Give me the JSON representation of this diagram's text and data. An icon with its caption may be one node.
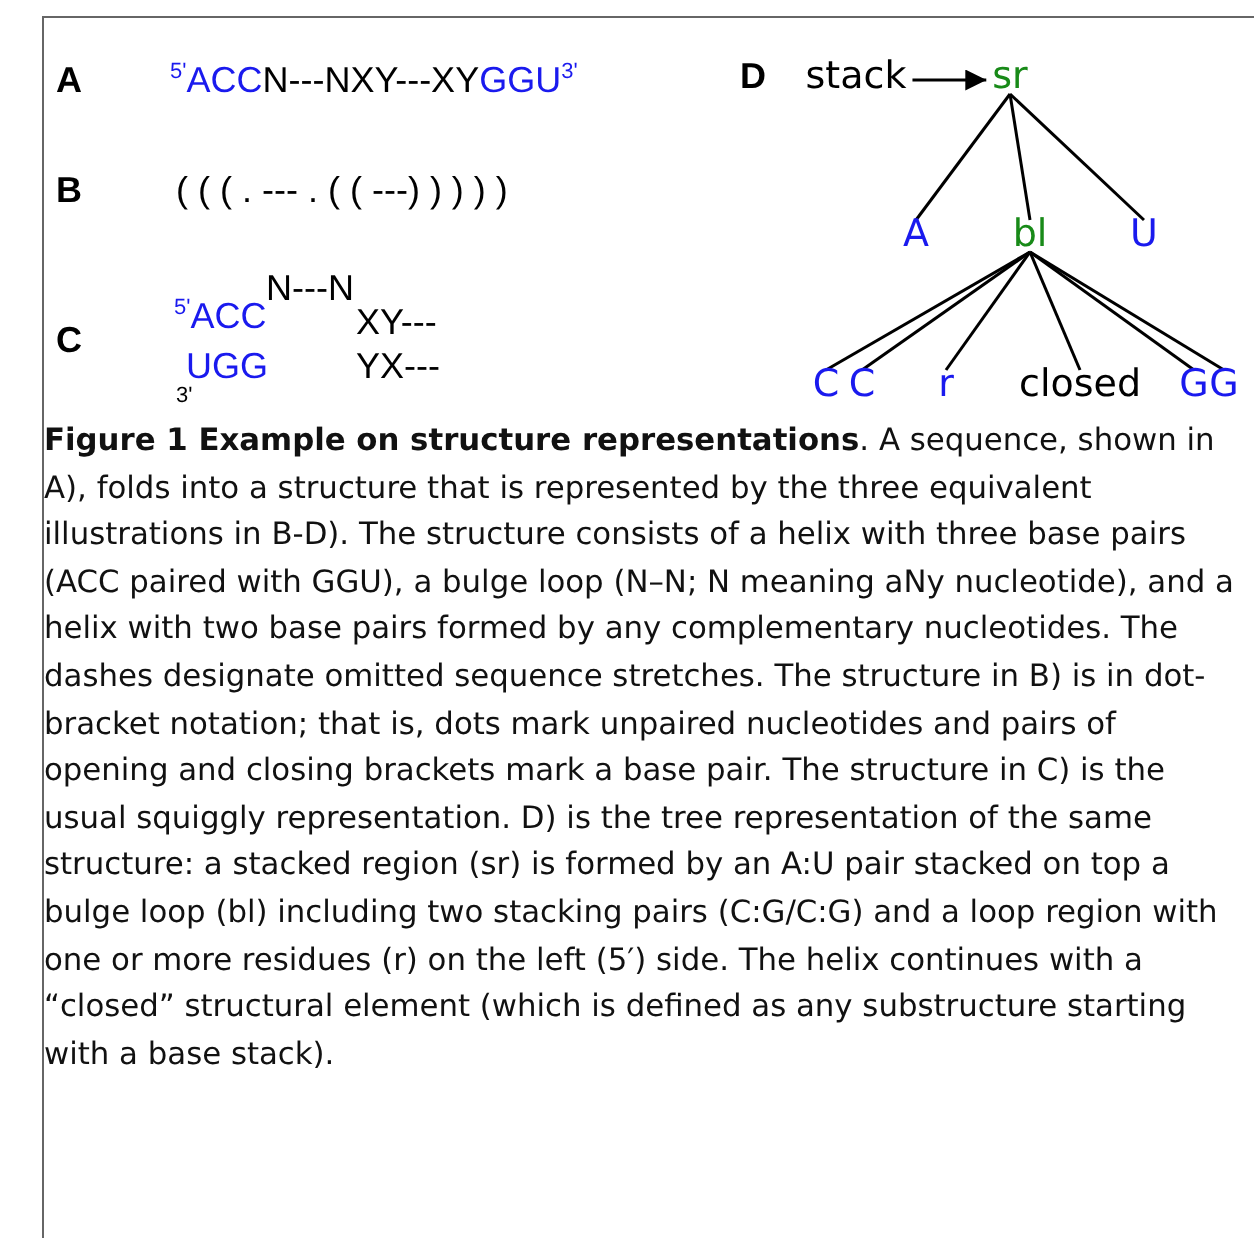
{
  "diagram": {
    "caption": "**Figure 1 Example on structure representations**. A sequence, shown in A), folds into a structure that is represented by the three equivalent illustrations in B-D). The structure consists of a helix with three base pairs (ACC paired with GGU), a bulge loop (N–N; N meaning aNy nucleotide), and a helix with two base pairs formed by any complementary nucleotides. The dashes designate omitted sequence stretches. The structure in B) is in dot-bracket notation; that is, dots mark unpaired nucleotides and pairs of opening and closing brackets mark a base pair. The structure in C) is the usual squiggly representation. D) is the tree representation of the same structure: a stacked region (sr) is formed by an A:U pair stacked on top a bulge loop (bl) including two stacking pairs (C:G/C:G) and a loop region with one or more residues (r) on the left (5′) side. The helix continues with a “closed” structural element (which is defined as any substructure starting with a base stack).",
    "nodes": [
      {
        "text": [
          "stack"
        ]
      },
      {
        "text": [
          "sr"
        ]
      },
      {
        "text": [
          "A"
        ]
      },
      {
        "text": [
          "bl"
        ]
      },
      {
        "text": [
          "U"
        ]
      },
      {
        "text": [
          "C"
        ]
      },
      {
        "text": [
          "C"
        ]
      },
      {
        "text": [
          "r"
        ]
      },
      {
        "text": [
          "closed"
        ]
      },
      {
        "text": [
          "G"
        ]
      },
      {
        "text": [
          "G"
        ]
      }
    ],
    "edges": [
      {
        "from": 0,
        "to": 1,
        "arrow": "to"
      },
      {
        "from": 1,
        "to": 2,
        "arrow": "none"
      },
      {
        "from": 1,
        "to": 3,
        "arrow": "none"
      },
      {
        "from": 1,
        "to": 4,
        "arrow": "none"
      },
      {
        "from": 3,
        "to": 5,
        "arrow": "none"
      },
      {
        "from": 3,
        "to": 6,
        "arrow": "none"
      },
      {
        "from": 3,
        "to": 7,
        "arrow": "none"
      },
      {
        "from": 3,
        "to": 8,
        "arrow": "none"
      },
      {
        "from": 3,
        "to": 9,
        "arrow": "none"
      },
      {
        "from": 3,
        "to": 10,
        "arrow": "none"
      }
    ],
    "labels": [
      "A",
      "$^{5'}$ACC",
      "N---NXY---XY",
      "GGU$^{3'}$",
      "B",
      "( ( ( . --- . ( ( ---) ) ) ) )",
      "C",
      "N---N",
      "$^{5'}$ACC",
      "XY---",
      "UGG",
      "YX---",
      "3'",
      "D"
    ]
  }
}
